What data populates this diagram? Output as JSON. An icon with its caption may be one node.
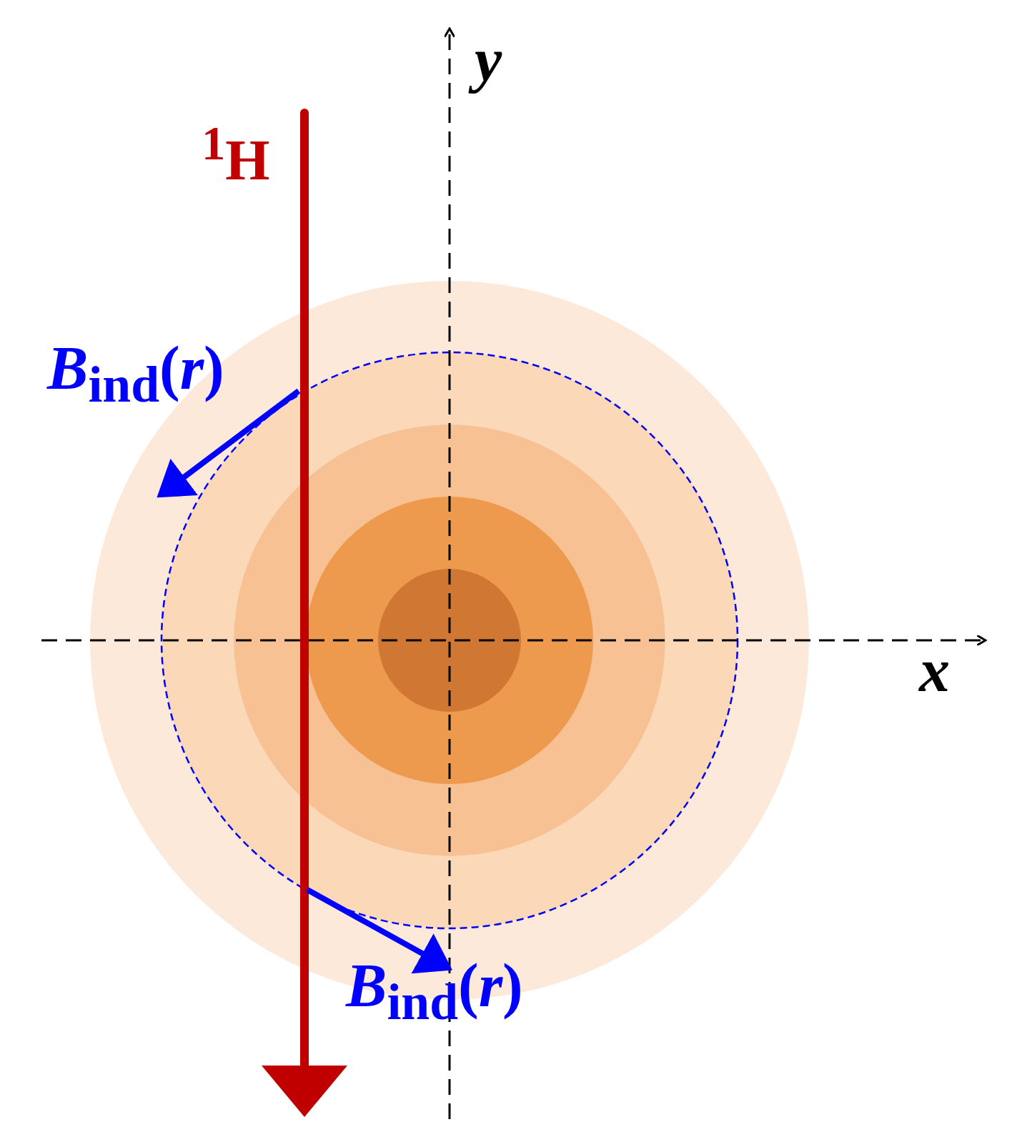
{
  "diagram": {
    "labels": [
      "y",
      "$^{1}$H",
      "*B*$_{ind}$(*r*)",
      "x",
      "*B*$_{ind}$(*r*)"
    ]
  }
}
